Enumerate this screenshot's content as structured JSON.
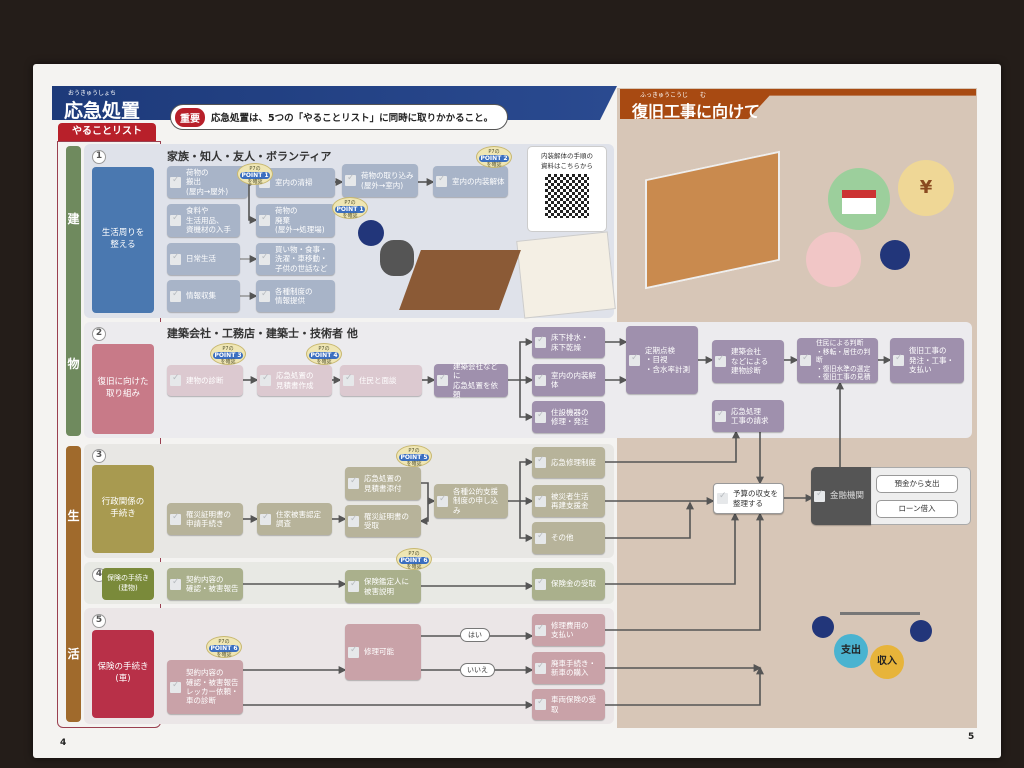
{
  "left": {
    "ruby": "おうきゅうしょち",
    "title": "応急処置",
    "important_badge": "重要",
    "important_text": "応急処置は、5つの「やることリスト」に同時に取りかかること。",
    "todo_tab": "やることリスト",
    "building_bar": [
      "建",
      "物"
    ],
    "life_bar": [
      "生",
      "活"
    ],
    "page_number": "4"
  },
  "right": {
    "ruby": "ふっきゅうこうじ　　む",
    "title": "復旧工事に向けて",
    "page_number": "5"
  },
  "point": {
    "prefix": "P7の",
    "word": "POINT",
    "suffix": "を確認"
  },
  "sections": [
    {
      "num": "1",
      "label": "生活周りを\n整える",
      "heading": "家族・知人・友人・ボランティア"
    },
    {
      "num": "2",
      "label": "復旧に向けた\n取り組み",
      "heading": "建築会社・工務店・建築士・技術者 他"
    },
    {
      "num": "3",
      "label": "行政関係の\n手続き"
    },
    {
      "num": "4",
      "label": "保険の手続き\n(建物)"
    },
    {
      "num": "5",
      "label": "保険の手続き\n(車)"
    }
  ],
  "qr": {
    "caption": "内装解体の手順の\n資料はこちらから"
  },
  "row1": {
    "a": "荷物の\n搬出\n(屋内→屋外)",
    "b": "室内の清掃",
    "c": "荷物の取り込み\n(屋外→室内)",
    "d": "室内の内装解体",
    "e": "食料や\n生活用品、\n資機材の入手",
    "f": "荷物の\n廃棄\n(屋外→処理場)",
    "g": "日常生活",
    "h": "買い物・食事・\n洗濯・車移動・\n子供の世話など",
    "i": "情報収集",
    "j": "各種制度の\n情報提供"
  },
  "row2": {
    "a": "建物の診断",
    "b": "応急処置の\n見積書作成",
    "c": "住民と面談",
    "d": "建築会社などに\n応急処置を依頼",
    "e": "床下排水・\n床下乾燥",
    "f": "室内の内装解体",
    "g": "住設機器の\n修理・発注",
    "h": "定期点検\n・目視\n・含水率計測",
    "i": "建築会社\nなどによる\n建物診断",
    "j": "住民による判断\n・移転・居住の判断\n・復旧水準の選定\n・復旧工事の見積",
    "k": "復旧工事の\n発注・工事・\n支払い",
    "l": "応急処理\n工事の請求"
  },
  "row3": {
    "a": "罹災証明書の\n申請手続き",
    "b": "住家被害認定\n調査",
    "c": "応急処置の\n見積書添付",
    "d": "罹災証明書の\n受取",
    "e": "各種公的支援\n制度の申し込み",
    "f": "応急修理制度",
    "g": "被災者生活\n再建支援金",
    "h": "その他",
    "i": "予算の収支を\n整理する",
    "j": "金融機関",
    "opt1": "預金から支出",
    "opt2": "ローン借入"
  },
  "row4": {
    "a": "契約内容の\n確認・被害報告",
    "b": "保険鑑定人に\n被害説明",
    "c": "保険金の受取"
  },
  "row5": {
    "a": "契約内容の\n確認・被害報告\nレッカー依頼・\n車の診断",
    "b": "修理可能",
    "yes": "はい",
    "no": "いいえ",
    "c": "修理費用の\n支払い",
    "d": "廃車手続き・\n新車の購入",
    "e": "車両保険の受取"
  },
  "illustration": {
    "yen": "¥",
    "expense": "支出",
    "income": "収入"
  },
  "colors": {
    "navy": "#1d3a7a",
    "rust": "#a84a12",
    "red": "#b8202a"
  }
}
